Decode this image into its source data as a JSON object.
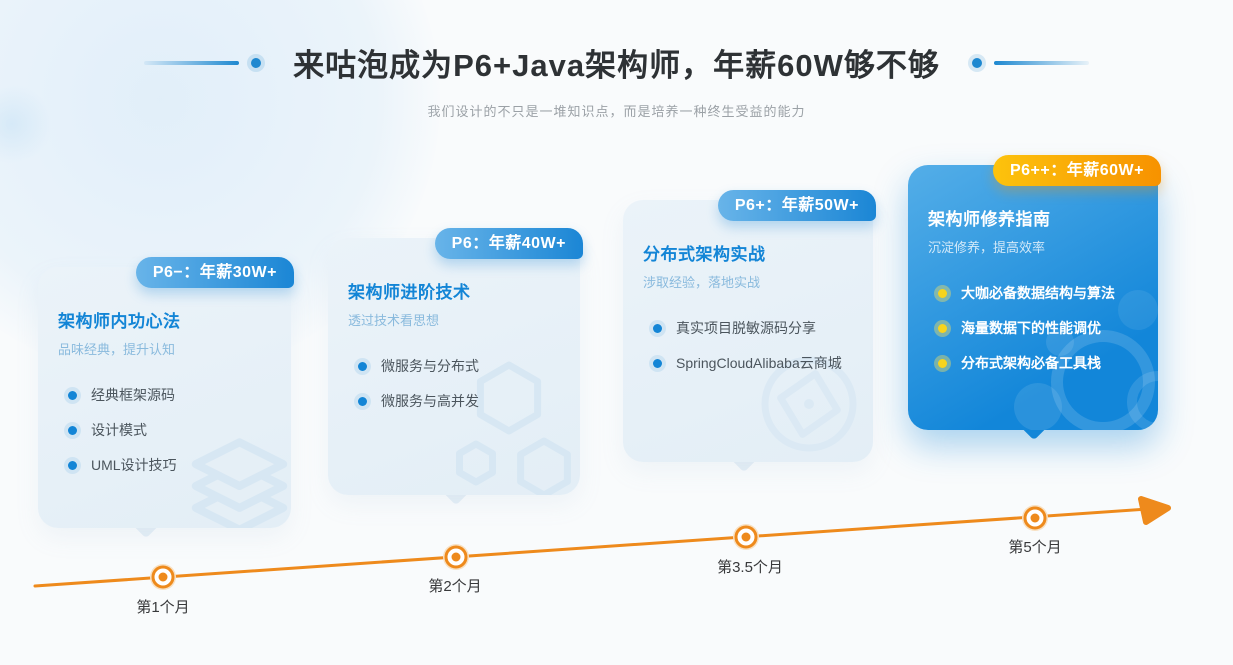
{
  "header": {
    "title": "来咕泡成为P6+Java架构师，年薪60W够不够",
    "subtitle": "我们设计的不只是一堆知识点，而是培养一种终生受益的能力"
  },
  "cards": [
    {
      "badge": "P6−：年薪30W+",
      "title": "架构师内功心法",
      "subtitle": "品味经典，提升认知",
      "items": [
        "经典框架源码",
        "设计模式",
        "UML设计技巧"
      ],
      "watermark_icon": "layers-stack-icon",
      "theme": "light"
    },
    {
      "badge": "P6：年薪40W+",
      "title": "架构师进阶技术",
      "subtitle": "透过技术看思想",
      "items": [
        "微服务与分布式",
        "微服务与高并发"
      ],
      "watermark_icon": "hexagons-icon",
      "theme": "light"
    },
    {
      "badge": "P6+：年薪50W+",
      "title": "分布式架构实战",
      "subtitle": "涉取经验，落地实战",
      "items": [
        "真实项目脱敏源码分享",
        "SpringCloudAlibaba云商城"
      ],
      "watermark_icon": "compass-icon",
      "theme": "light"
    },
    {
      "badge": "P6++：年薪60W+",
      "title": "架构师修养指南",
      "subtitle": "沉淀修养，提高效率",
      "items": [
        "大咖必备数据结构与算法",
        "海量数据下的性能调优",
        "分布式架构必备工具栈"
      ],
      "watermark_icon": "molecule-circles-icon",
      "theme": "blue-gradient"
    }
  ],
  "timeline": {
    "milestones": [
      {
        "label": "第1个月"
      },
      {
        "label": "第2个月"
      },
      {
        "label": "第3.5个月"
      },
      {
        "label": "第5个月"
      }
    ],
    "line_color": "#ee8a1c"
  },
  "colors": {
    "accent_blue": "#1385d6",
    "badge_blue_gradient": [
      "#68b4e9",
      "#1b86d5"
    ],
    "badge_orange_gradient": [
      "#fdc30d",
      "#f79200"
    ],
    "card_light_bg": "#e7f0f7",
    "card_blue_gradient": [
      "#54aee8",
      "#1286d9"
    ],
    "bullet_yellow": "#f8d41c",
    "timeline_orange": "#ee8a1c",
    "title_text": "#2e3235",
    "subtitle_text": "#9ba1a6"
  }
}
